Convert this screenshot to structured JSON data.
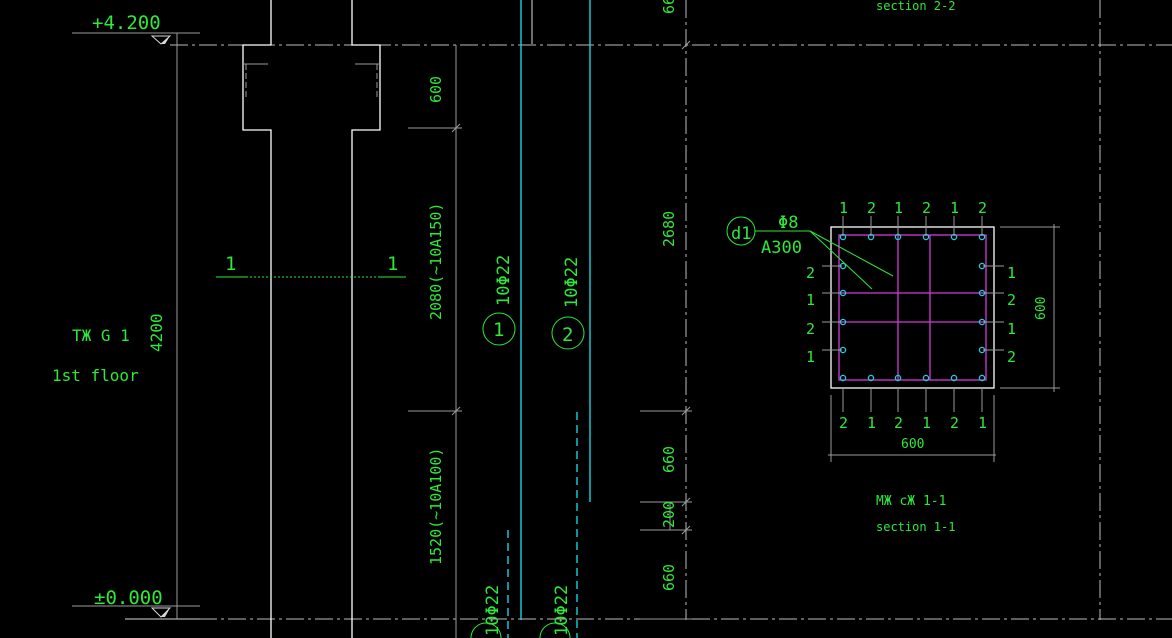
{
  "elevations": {
    "top": "+4.200",
    "bottom": "±0.000"
  },
  "column": {
    "name": "TЖ G 1",
    "floor": "1st floor",
    "height": "4200"
  },
  "section_cut": {
    "left_mark": "1",
    "right_mark": "1"
  },
  "dimensions": {
    "d600_top": "600",
    "d2680": "2680",
    "d660_mid": "660",
    "d200": "200",
    "d660_bottom": "660",
    "d660_top_clip": "66"
  },
  "stirrup_zones": {
    "upper": "2080(~10A150)",
    "lower": "1520(~10A100)"
  },
  "bars": {
    "bar1": {
      "mark": "1",
      "label": "10Φ22"
    },
    "bar2": {
      "mark": "2",
      "label": "10Φ22"
    },
    "bar_low1": "10Φ22",
    "bar_low2": "10Φ22"
  },
  "section_1_1": {
    "title_cn": "MЖ cЖ 1-1",
    "title_en": "section 1-1",
    "width_label": "600",
    "height_label": "600",
    "stirrup_tag": "d1",
    "stirrup_dia": "Φ8",
    "stirrup_spacing": "A300",
    "top_marks": [
      "1",
      "2",
      "1",
      "2",
      "1",
      "2"
    ],
    "bottom_marks": [
      "2",
      "1",
      "2",
      "1",
      "2",
      "1"
    ],
    "left_marks": [
      "2",
      "1",
      "2",
      "1"
    ],
    "right_marks": [
      "1",
      "2",
      "1",
      "2"
    ]
  },
  "section_2_2": {
    "title_en": "section 2-2"
  },
  "colors": {
    "background": "#000000",
    "text": "#2ee83a",
    "rebar": "#18d2e0",
    "ties": "#d23ad8",
    "outline": "#ffffff"
  }
}
